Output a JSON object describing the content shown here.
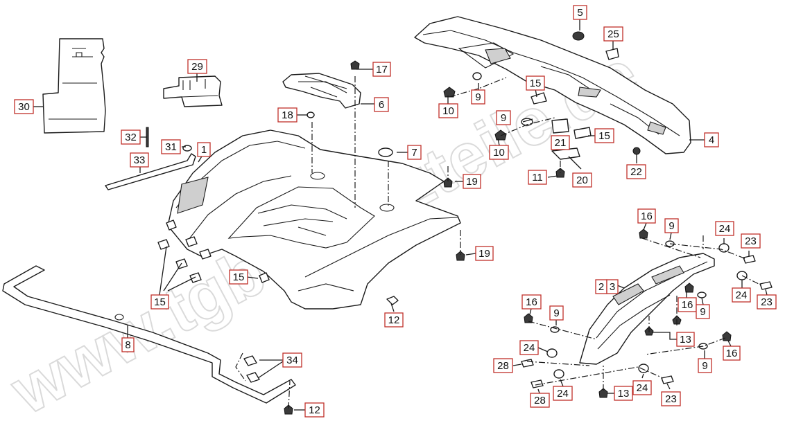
{
  "watermark": "www.tgbersatzteile.de",
  "callouts": [
    {
      "id": "c5",
      "label": "5"
    },
    {
      "id": "c25",
      "label": "25"
    },
    {
      "id": "c29",
      "label": "29"
    },
    {
      "id": "c17",
      "label": "17"
    },
    {
      "id": "c6",
      "label": "6"
    },
    {
      "id": "c15a",
      "label": "15"
    },
    {
      "id": "c9a",
      "label": "9"
    },
    {
      "id": "c10a",
      "label": "10"
    },
    {
      "id": "c30",
      "label": "30"
    },
    {
      "id": "c18",
      "label": "18"
    },
    {
      "id": "c9b",
      "label": "9"
    },
    {
      "id": "c10b",
      "label": "10"
    },
    {
      "id": "c21",
      "label": "21"
    },
    {
      "id": "c15b",
      "label": "15"
    },
    {
      "id": "c4",
      "label": "4"
    },
    {
      "id": "c32",
      "label": "32"
    },
    {
      "id": "c31",
      "label": "31"
    },
    {
      "id": "c1",
      "label": "1"
    },
    {
      "id": "c7",
      "label": "7"
    },
    {
      "id": "c22",
      "label": "22"
    },
    {
      "id": "c33",
      "label": "33"
    },
    {
      "id": "c11",
      "label": "11"
    },
    {
      "id": "c20",
      "label": "20"
    },
    {
      "id": "c19a",
      "label": "19"
    },
    {
      "id": "c16a",
      "label": "16"
    },
    {
      "id": "c9c",
      "label": "9"
    },
    {
      "id": "c24a",
      "label": "24"
    },
    {
      "id": "c23a",
      "label": "23"
    },
    {
      "id": "c19b",
      "label": "19"
    },
    {
      "id": "c15c",
      "label": "15"
    },
    {
      "id": "c2",
      "label": "2"
    },
    {
      "id": "c3",
      "label": "3"
    },
    {
      "id": "c24b",
      "label": "24"
    },
    {
      "id": "c23b",
      "label": "23"
    },
    {
      "id": "c15d",
      "label": "15"
    },
    {
      "id": "c16b",
      "label": "16"
    },
    {
      "id": "c9d",
      "label": "9"
    },
    {
      "id": "c16c",
      "label": "16"
    },
    {
      "id": "c12a",
      "label": "12"
    },
    {
      "id": "c9e",
      "label": "9"
    },
    {
      "id": "c13a",
      "label": "13"
    },
    {
      "id": "c8",
      "label": "8"
    },
    {
      "id": "c24c",
      "label": "24"
    },
    {
      "id": "c16d",
      "label": "16"
    },
    {
      "id": "c9f",
      "label": "9"
    },
    {
      "id": "c34",
      "label": "34"
    },
    {
      "id": "c28a",
      "label": "28"
    },
    {
      "id": "c13b",
      "label": "13"
    },
    {
      "id": "c24d",
      "label": "24"
    },
    {
      "id": "c24e",
      "label": "24"
    },
    {
      "id": "c28b",
      "label": "28"
    },
    {
      "id": "c23c",
      "label": "23"
    },
    {
      "id": "c12b",
      "label": "12"
    }
  ]
}
